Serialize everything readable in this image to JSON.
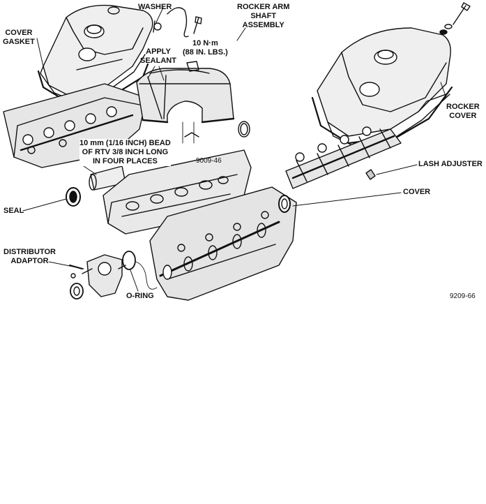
{
  "labels": {
    "washer": "WASHER",
    "cover_gasket": "COVER\nGASKET",
    "rocker_arm_shaft_assembly": "ROCKER ARM\nSHAFT\nASSEMBLY",
    "torque": "10 N·m\n(88 IN. LBS.)",
    "apply_sealant": "APPLY\nSEALANT",
    "bead_spec": "10 mm (1/16 INCH) BEAD\nOF RTV 3/8 INCH LONG\nIN FOUR PLACES",
    "inset_code": "9009-46",
    "rocker_cover": "ROCKER\nCOVER",
    "lash_adjuster": "LASH ADJUSTER",
    "cover": "COVER",
    "seal": "SEAL",
    "distributor_adaptor": "DISTRIBUTOR\nADAPTOR",
    "o_ring": "O-RING",
    "figure_code": "9209-66"
  },
  "colors": {
    "ink": "#111111",
    "paper": "#ffffff",
    "shade": "#d9d9d9"
  }
}
